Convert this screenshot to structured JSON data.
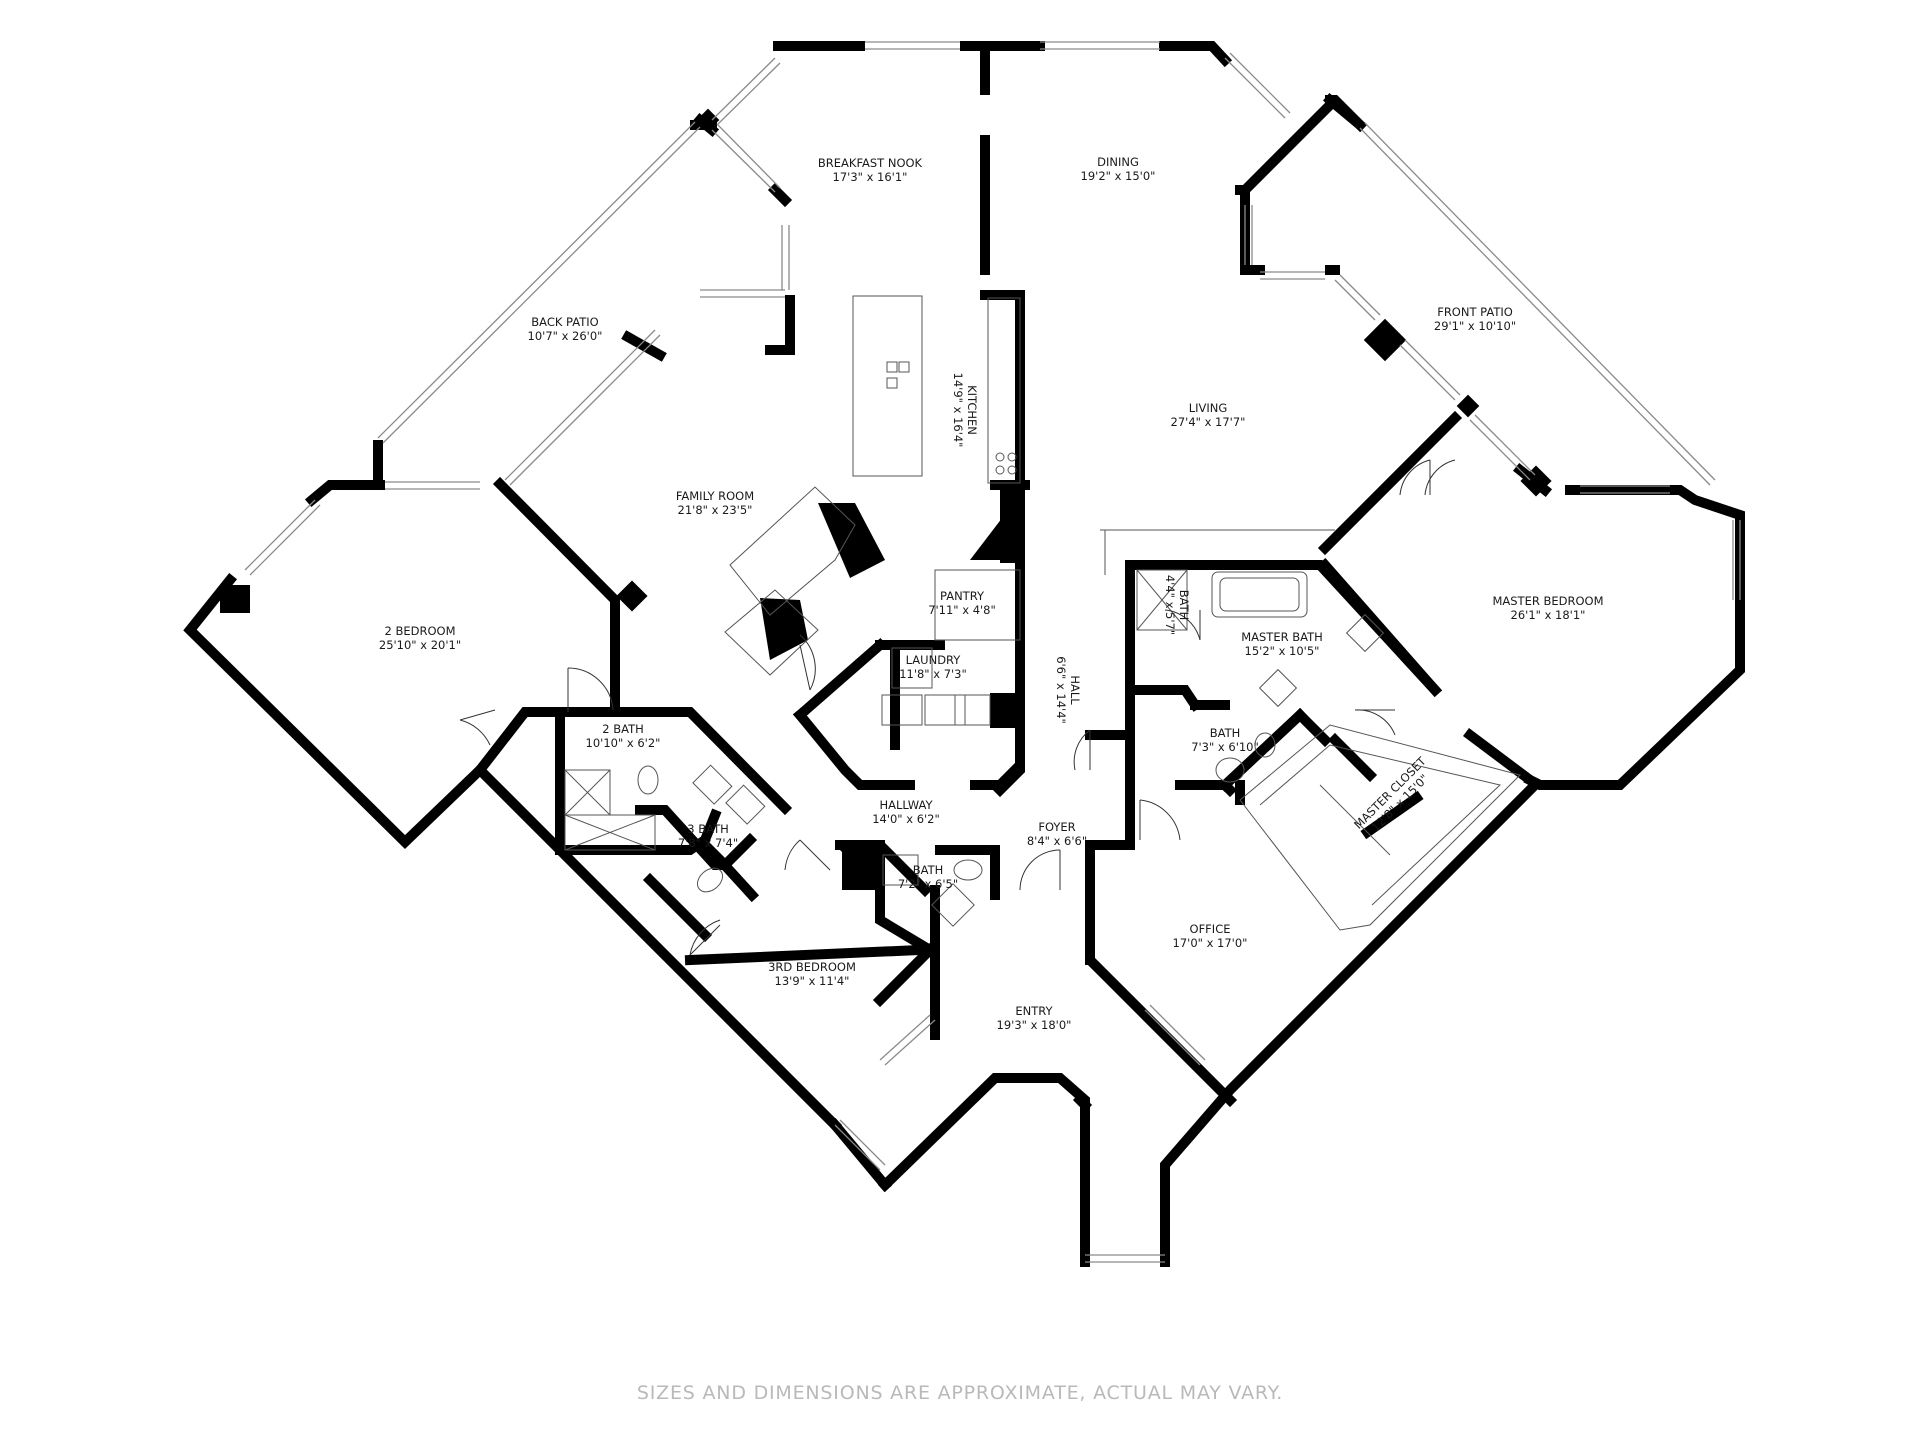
{
  "rooms": [
    {
      "name": "BREAKFAST NOOK",
      "size": "17'3\" x 16'1\""
    },
    {
      "name": "DINING",
      "size": "19'2\" x 15'0\""
    },
    {
      "name": "BACK PATIO",
      "size": "10'7\" x 26'0\""
    },
    {
      "name": "FRONT PATIO",
      "size": "29'1\" x 10'10\""
    },
    {
      "name": "KITCHEN",
      "size": "14'9\" x 16'4\""
    },
    {
      "name": "LIVING",
      "size": "27'4\" x 17'7\""
    },
    {
      "name": "FAMILY ROOM",
      "size": "21'8\" x 23'5\""
    },
    {
      "name": "MASTER BEDROOM",
      "size": "26'1\" x 18'1\""
    },
    {
      "name": "2 BEDROOM",
      "size": "25'10\" x 20'1\""
    },
    {
      "name": "PANTRY",
      "size": "7'11\" x 4'8\""
    },
    {
      "name": "BATH",
      "size": "4'4\" x 5'7\""
    },
    {
      "name": "MASTER BATH",
      "size": "15'2\" x 10'5\""
    },
    {
      "name": "LAUNDRY",
      "size": "11'8\" x 7'3\""
    },
    {
      "name": "HALL",
      "size": "6'6\" x 14'4\""
    },
    {
      "name": "2 BATH",
      "size": "10'10\" x 6'2\""
    },
    {
      "name": "BATH",
      "size": "7'3\" x 6'10\""
    },
    {
      "name": "MASTER CLOSET",
      "size": "12'8\" x 15'0\""
    },
    {
      "name": "3 BATH",
      "size": "7'8\" x 7'4\""
    },
    {
      "name": "HALLWAY",
      "size": "14'0\" x 6'2\""
    },
    {
      "name": "FOYER",
      "size": "8'4\" x 6'6\""
    },
    {
      "name": "BATH",
      "size": "7'2\" x 6'5\""
    },
    {
      "name": "OFFICE",
      "size": "17'0\" x 17'0\""
    },
    {
      "name": "3RD BEDROOM",
      "size": "13'9\" x 11'4\""
    },
    {
      "name": "ENTRY",
      "size": "19'3\" x 18'0\""
    }
  ],
  "disclaimer": "SIZES AND DIMENSIONS ARE APPROXIMATE, ACTUAL MAY VARY.",
  "colors": {
    "wall": "#000000",
    "window": "#8a8a8a",
    "text": "#1a1a1a",
    "disclaimer": "#b9b9b9",
    "background": "#ffffff"
  }
}
